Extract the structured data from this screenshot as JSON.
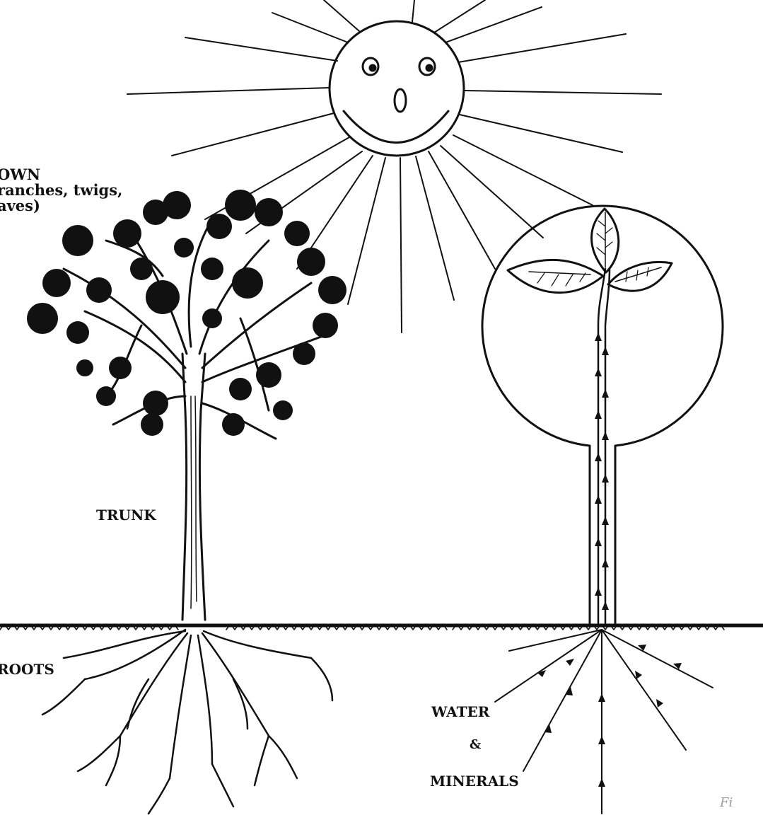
{
  "labels": {
    "crown": "OWN\nranches, twigs,\naves)",
    "trunk": "TRUNK",
    "roots": "ROOTS",
    "water": "WATER",
    "ampersand": "&",
    "minerals": "MINERALS",
    "figure_fragment": "Fi"
  },
  "colors": {
    "ink": "#111111",
    "paper": "#ffffff"
  }
}
